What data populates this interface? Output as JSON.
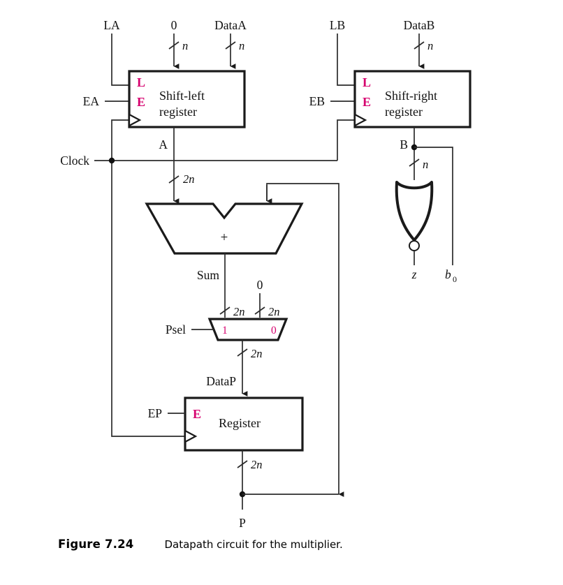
{
  "figure": {
    "number": "Figure 7.24",
    "caption": "Datapath circuit for the multiplier."
  },
  "signals": {
    "la": "LA",
    "zero_a": "0",
    "dataA": "DataA",
    "lb": "LB",
    "dataB": "DataB",
    "ea": "EA",
    "eb": "EB",
    "clock": "Clock",
    "a_out": "A",
    "b_out": "B",
    "sum": "Sum",
    "zero_mux": "0",
    "psel": "Psel",
    "dataP": "DataP",
    "ep": "EP",
    "p_out": "P",
    "z": "z",
    "b0": "b",
    "b0_sub": "0"
  },
  "widths": {
    "n": "n",
    "n2": "2n"
  },
  "blocks": {
    "shift_left": {
      "line1": "Shift-left",
      "line2": "register",
      "pin_load": "L",
      "pin_enable": "E"
    },
    "shift_right": {
      "line1": "Shift-right",
      "line2": "register",
      "pin_load": "L",
      "pin_enable": "E"
    },
    "adder": {
      "symbol": "+"
    },
    "mux": {
      "sel_one": "1",
      "sel_zero": "0"
    },
    "register": {
      "label": "Register",
      "pin_enable": "E"
    }
  },
  "colors": {
    "pin_magenta": "#d6006e",
    "wire": "#2b2b2b",
    "outline": "#1a1a1a",
    "background": "#ffffff"
  }
}
